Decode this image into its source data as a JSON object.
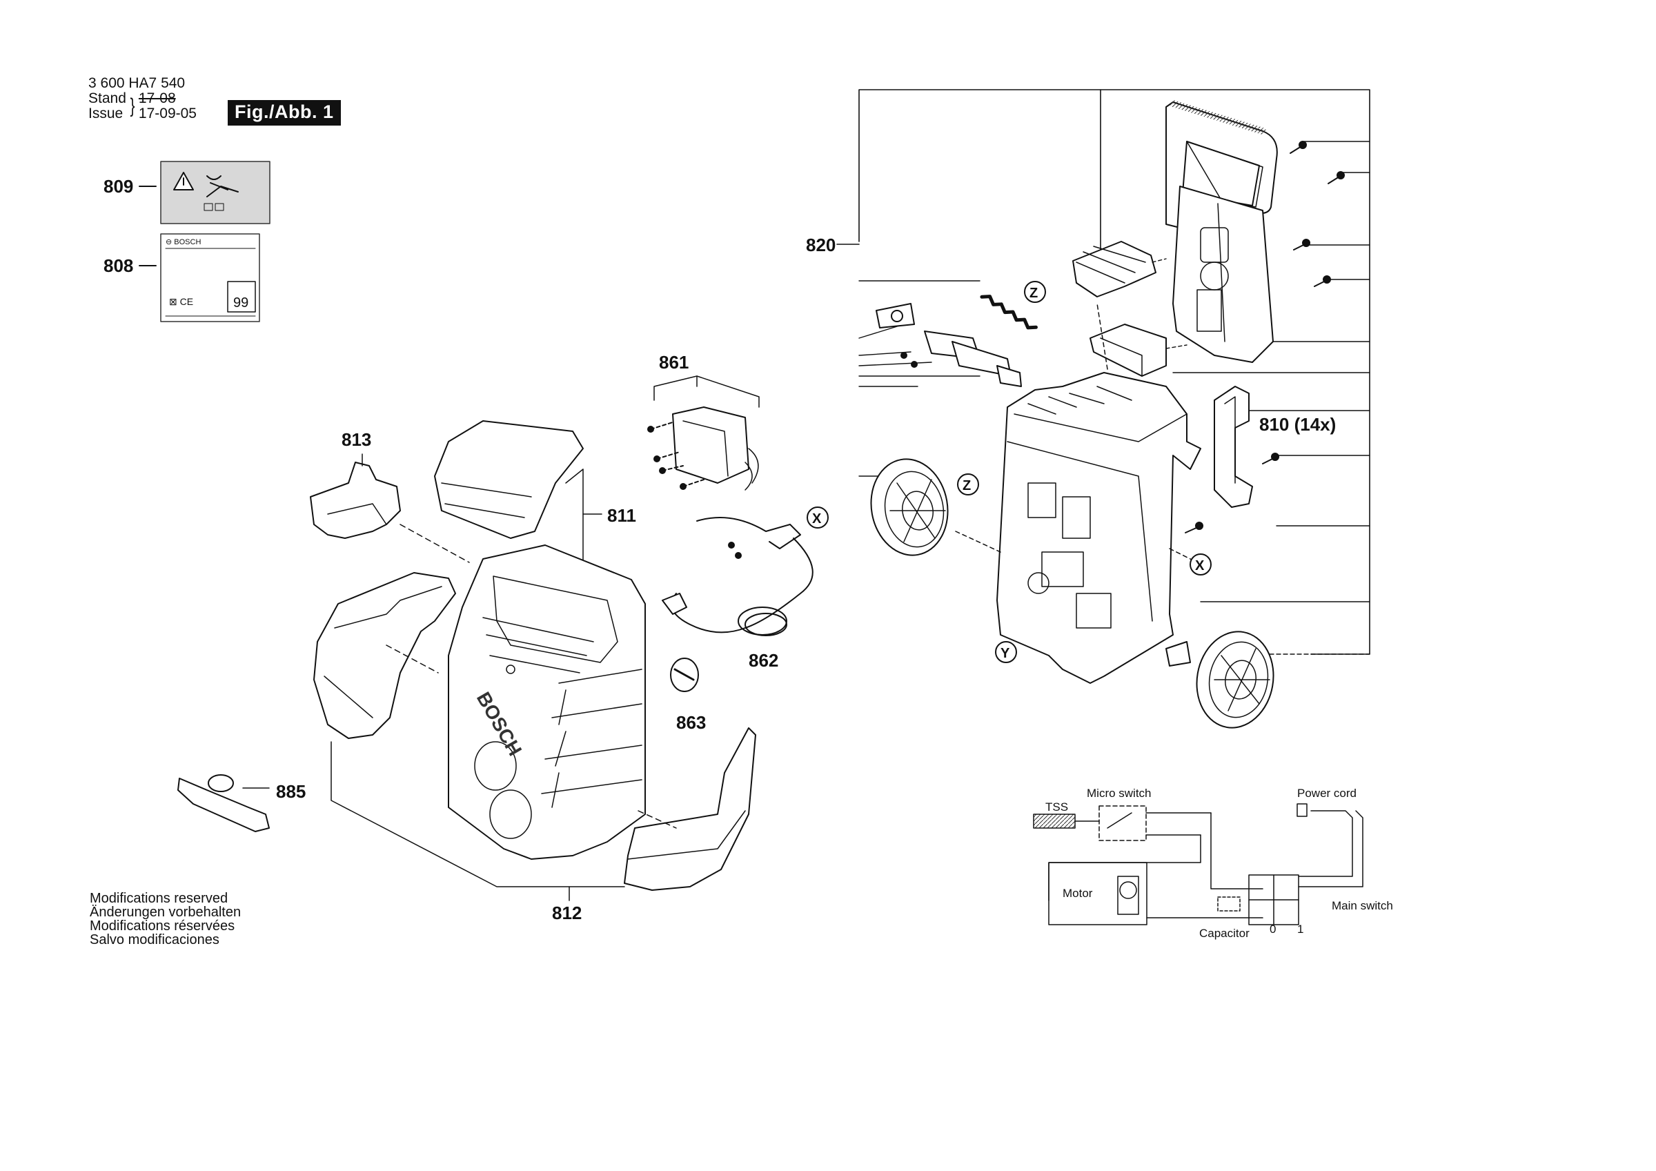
{
  "header": {
    "part_number": "3 600 HA7 540",
    "stand_label": "Stand",
    "issue_label": "Issue",
    "stand_value": "17-08",
    "issue_value": "17-09-05",
    "figure_label": "Fig./Abb. 1"
  },
  "notes": [
    "Modifications reserved",
    "Änderungen vorbehalten",
    "Modifications réservées",
    "Salvo modificaciones"
  ],
  "labels": {
    "brand": "BOSCH",
    "brand_small": "⊖ BOSCH",
    "label_99": "99"
  },
  "callouts": {
    "p809": "809",
    "p808": "808",
    "p820": "820",
    "p861": "861",
    "p813": "813",
    "p811": "811",
    "p810": "810 (14x)",
    "p862": "862",
    "p863": "863",
    "p885": "885",
    "p812": "812"
  },
  "markers": {
    "x": "X",
    "y": "Y",
    "z": "Z"
  },
  "circuit": {
    "tss": "TSS",
    "micro_switch": "Micro switch",
    "power_cord": "Power cord",
    "motor": "Motor",
    "main_switch": "Main switch",
    "capacitor": "Capacitor",
    "pos0": "0",
    "pos1": "1"
  }
}
